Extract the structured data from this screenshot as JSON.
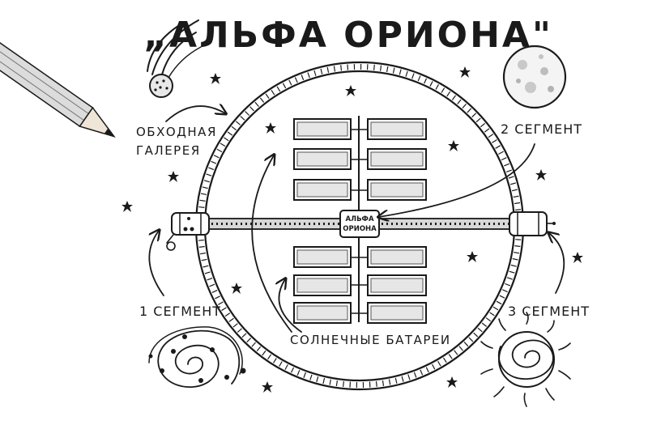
{
  "title": "„АЛЬФА ОРИОНА\"",
  "labels": {
    "bypass_gallery_line1": "ОБХОДНАЯ",
    "bypass_gallery_line2": "ГАЛЕРЕЯ",
    "segment_1": "1 СЕГМЕНТ",
    "segment_2": "2 СЕГМЕНТ",
    "segment_3": "3 СЕГМЕНТ",
    "solar_panels": "СОЛНЕЧНЫЕ БАТАРЕИ"
  },
  "hub": {
    "line1": "АЛЬФА",
    "line2": "ОРИОНА"
  },
  "icons": {
    "comet": "comet-icon",
    "moon": "moon-icon",
    "pencil": "pencil-icon",
    "galaxy": "spiral-galaxy-icon",
    "sun": "sun-icon",
    "star": "star-icon"
  },
  "colors": {
    "ink": "#1a1a1a",
    "paper": "#ffffff",
    "shade": "#cfcfcf"
  }
}
